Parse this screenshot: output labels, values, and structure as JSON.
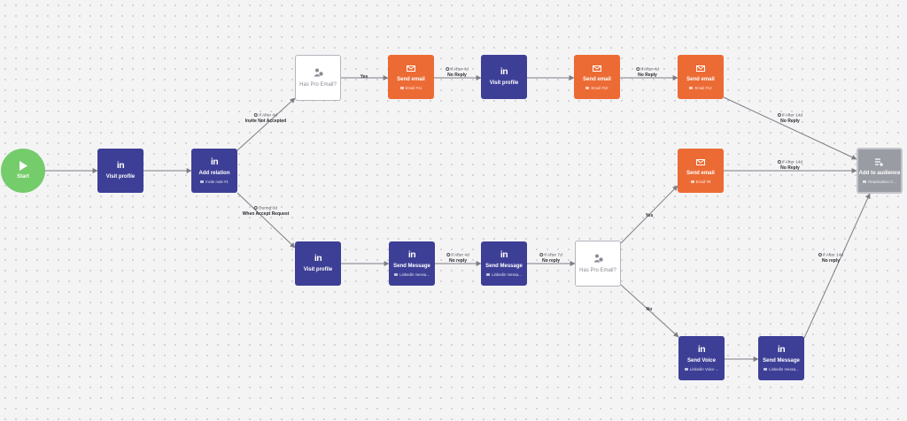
{
  "nodes": {
    "start": {
      "title": "Start",
      "icon": "play-icon"
    },
    "visit_profile_1": {
      "title": "Visit profile",
      "icon": "linkedin-icon",
      "icon_text": "in"
    },
    "add_relation": {
      "title": "Add relation",
      "subtitle": "Invite note #1",
      "icon": "linkedin-icon",
      "icon_text": "in"
    },
    "has_pro_email_1": {
      "title": "Has Pro Email?",
      "icon": "user-check-icon"
    },
    "send_email_11": {
      "title": "Send email",
      "subtitle": "Email #11",
      "icon": "mail-icon"
    },
    "visit_profile_2": {
      "title": "Visit profile",
      "icon": "linkedin-icon",
      "icon_text": "in"
    },
    "send_email_10": {
      "title": "Send email",
      "subtitle": "Email #10",
      "icon": "mail-icon"
    },
    "send_email_12": {
      "title": "Send email",
      "subtitle": "Email #12",
      "icon": "mail-icon"
    },
    "send_email_9": {
      "title": "Send email",
      "subtitle": "Email #9",
      "icon": "mail-icon"
    },
    "add_to_audience": {
      "title": "Add to audience",
      "subtitle": "Reactivation C...",
      "icon": "list-add-icon"
    },
    "visit_profile_3": {
      "title": "Visit profile",
      "icon": "linkedin-icon",
      "icon_text": "in"
    },
    "send_message_1": {
      "title": "Send Message",
      "subtitle": "Linkedin messa...",
      "icon": "linkedin-icon",
      "icon_text": "in"
    },
    "send_message_2": {
      "title": "Send Message",
      "subtitle": "Linkedin messa...",
      "icon": "linkedin-icon",
      "icon_text": "in"
    },
    "has_pro_email_2": {
      "title": "Has Pro Email?",
      "icon": "user-check-icon"
    },
    "send_voice": {
      "title": "Send Voice",
      "subtitle": "Linkedin Voice ...",
      "icon": "linkedin-icon",
      "icon_text": "in"
    },
    "send_message_3": {
      "title": "Send Message",
      "subtitle": "Linkedin messa...",
      "icon": "linkedin-icon",
      "icon_text": "in"
    }
  },
  "edge_labels": {
    "invite_not_accepted": {
      "timer": "If After 4d",
      "condition": "Invite Not Accepted"
    },
    "when_accept_request": {
      "timer": "During 0d",
      "condition": "When Accept Request"
    },
    "yes_top": {
      "condition": "Yes"
    },
    "no_reply_a": {
      "timer": "If After 4d",
      "condition": "No Reply"
    },
    "no_reply_b": {
      "timer": "If After 4d",
      "condition": "No Reply"
    },
    "no_reply_c": {
      "timer": "If After 14d",
      "condition": "No Reply"
    },
    "no_reply_d": {
      "timer": "If After 14d",
      "condition": "No Reply"
    },
    "no_reply_e": {
      "timer": "If After 4d",
      "condition": "No reply"
    },
    "no_reply_f": {
      "timer": "If After 7d",
      "condition": "No reply"
    },
    "yes_bottom": {
      "condition": "Yes"
    },
    "no_bottom": {
      "condition": "No"
    },
    "no_reply_g": {
      "timer": "If After 14d",
      "condition": "No reply"
    }
  },
  "colors": {
    "linkedin_node": "#3d3f96",
    "email_node": "#ec6b35",
    "start_node": "#74cc6a",
    "audience_node": "#9a9ca4",
    "condition_node": "#ffffff",
    "edge": "#7d7d85"
  }
}
